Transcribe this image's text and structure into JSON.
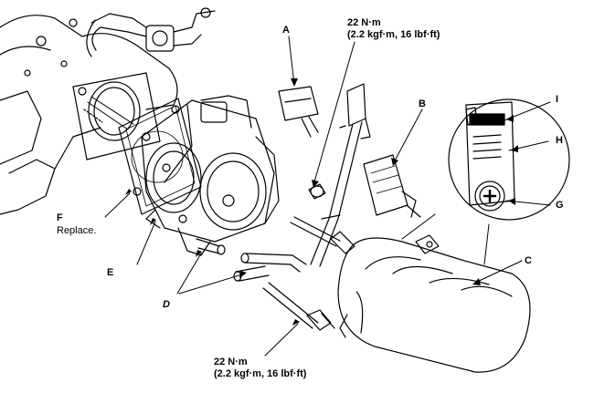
{
  "labels": {
    "a": "A",
    "b": "B",
    "c": "C",
    "d": "D",
    "e": "E",
    "f": "F",
    "f_note": "Replace.",
    "g": "G",
    "h": "H",
    "i": "I"
  },
  "torque_top": {
    "line1": "22 N·m",
    "line2": "(2.2 kgf·m, 16 lbf·ft)"
  },
  "torque_bottom": {
    "line1": "22 N·m",
    "line2": "(2.2 kgf·m, 16 lbf·ft)"
  }
}
